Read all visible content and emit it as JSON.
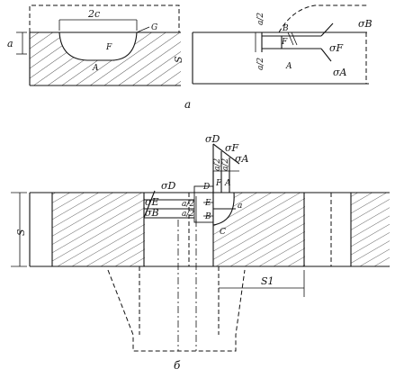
{
  "figure_a": {
    "caption": "a",
    "left": {
      "crack_length": "2c",
      "depth": "a",
      "point_a": "A",
      "point_f": "F",
      "point_g": "G"
    },
    "right": {
      "thickness": "S",
      "half_a_top": "a/2",
      "half_a_bottom": "a/2",
      "point_b": "B",
      "point_f": "F",
      "point_a": "A",
      "sigma_b": "σB",
      "sigma_f": "σF",
      "sigma_a": "σA"
    }
  },
  "figure_b": {
    "caption": "б",
    "thickness": "S",
    "s1": "S1",
    "points": {
      "d": "D",
      "e": "E",
      "f": "F",
      "a": "A",
      "b": "B",
      "c": "C",
      "a_depth": "a"
    },
    "stresses": {
      "sigma_d_top": "σD",
      "sigma_f_top": "σF",
      "sigma_a_top": "σA",
      "sigma_d_left": "σD",
      "sigma_e_left": "σE",
      "sigma_b_left": "σB"
    },
    "small_dims": {
      "top1": "a/2",
      "top2": "a/2",
      "left1": "a/2",
      "left2": "a/2"
    }
  }
}
